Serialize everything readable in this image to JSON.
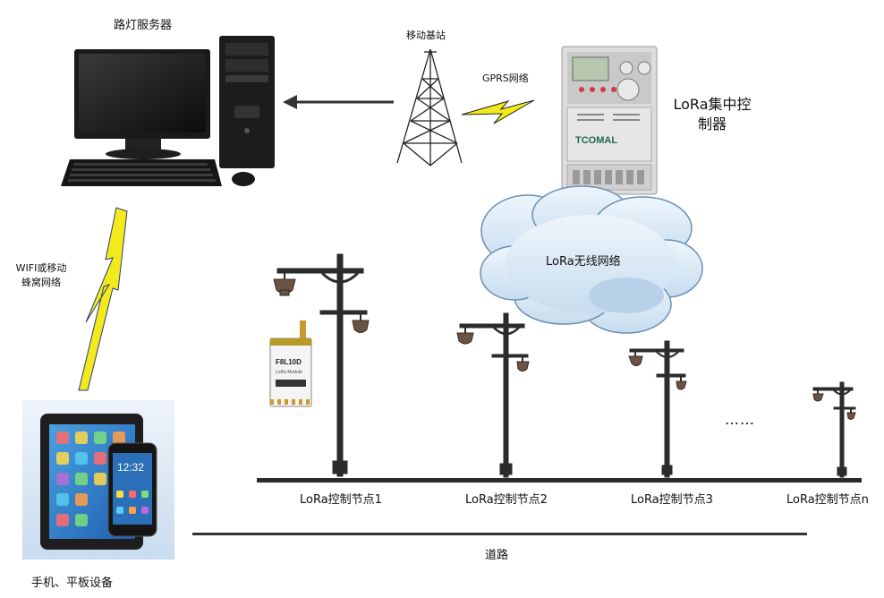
{
  "labels": {
    "server": "路灯服务器",
    "base_station": "移动基站",
    "gprs": "GPRS网络",
    "controller": "LoRa集中控制器",
    "lora_network": "LoRa无线网络",
    "wifi_network": "WIFI或移动蜂窝网络",
    "devices": "手机、平板设备",
    "road": "道路",
    "ellipsis": "……",
    "nodes": [
      "LoRa控制节点1",
      "LoRa控制节点2",
      "LoRa控制节点3",
      "LoRa控制节点n"
    ]
  },
  "device_text": {
    "phone_time": "12:32",
    "module_model": "F8L10D",
    "module_sub": "LoRa Module",
    "meter_brand": "TCOMAL"
  },
  "colors": {
    "lightning": "#f2ea1a",
    "cloud": "#d7e8f6",
    "line": "#333333"
  }
}
